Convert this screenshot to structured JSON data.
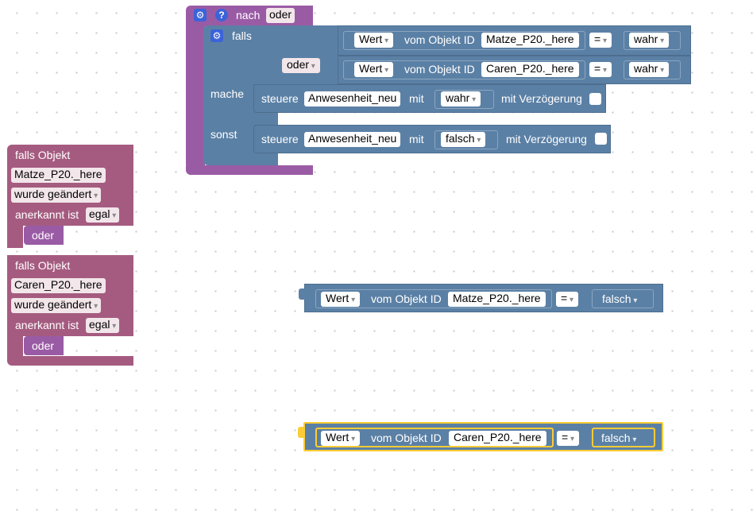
{
  "colors": {
    "logic_purple": "#9a5ba5",
    "logic_purple_light": "#ad7ab7",
    "logic_blue": "#5b80a5",
    "logic_blue_dark": "#4c6e8f",
    "trigger_red": "#a55b80",
    "highlight": "#fbcc36"
  },
  "icons": {
    "gear": "⚙",
    "help": "?"
  },
  "top_block": {
    "header_label": "nach",
    "header_field": "oder",
    "if_label": "falls",
    "or_label": "oder",
    "do_label": "mache",
    "else_label": "sonst",
    "conditions": [
      {
        "value_label": "Wert",
        "object_text": "vom Objekt ID",
        "object_id": "Matze_P20._here",
        "op": "=",
        "compare": "wahr"
      },
      {
        "value_label": "Wert",
        "object_text": "vom Objekt ID",
        "object_id": "Caren_P20._here",
        "op": "=",
        "compare": "wahr"
      }
    ],
    "actions": [
      {
        "label": "steuere",
        "target": "Anwesenheit_neu",
        "with": "mit",
        "value": "wahr",
        "delay": "mit Verzögerung"
      },
      {
        "label": "steuere",
        "target": "Anwesenheit_neu",
        "with": "mit",
        "value": "falsch",
        "delay": "mit Verzögerung"
      }
    ]
  },
  "triggers": [
    {
      "title": "falls Objekt",
      "object": "Matze_P20._here",
      "changed": "wurde geändert",
      "ack_label": "anerkannt ist",
      "ack_value": "egal",
      "or_label": "oder"
    },
    {
      "title": "falls Objekt",
      "object": "Caren_P20._here",
      "changed": "wurde geändert",
      "ack_label": "anerkannt ist",
      "ack_value": "egal",
      "or_label": "oder"
    }
  ],
  "loose_blocks": [
    {
      "value_label": "Wert",
      "object_text": "vom Objekt ID",
      "object_id": "Matze_P20._here",
      "op": "=",
      "compare": "falsch"
    },
    {
      "value_label": "Wert",
      "object_text": "vom Objekt ID",
      "object_id": "Caren_P20._here",
      "op": "=",
      "compare": "falsch"
    }
  ]
}
